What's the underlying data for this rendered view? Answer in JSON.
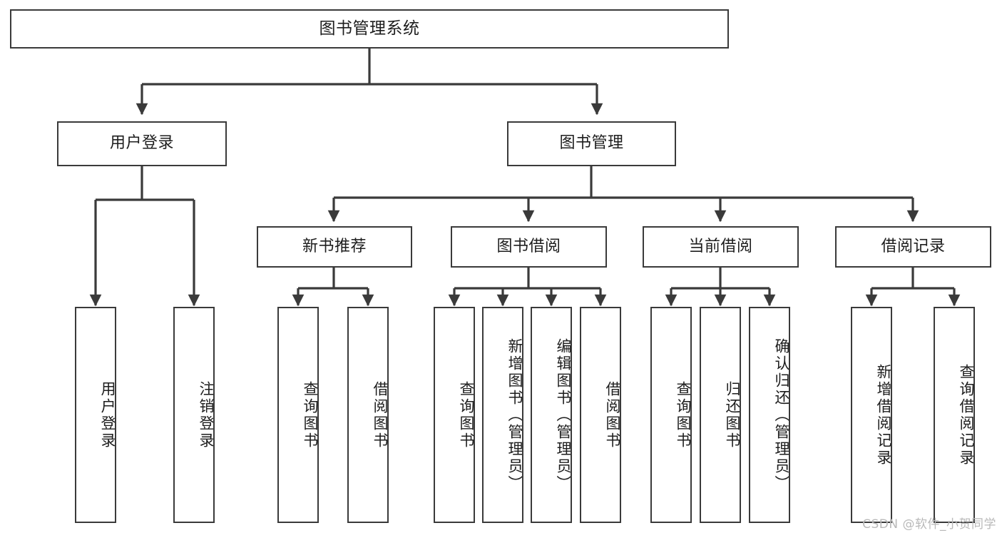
{
  "diagram": {
    "title": "图书管理系统",
    "watermark": "CSDN @软件_小贺同学",
    "stroke_color": "#3a3a3a",
    "background_color": "#ffffff",
    "text_color": "#1d1d1d",
    "type": "tree-hierarchy-functional-decomposition",
    "levels": 4
  },
  "nodes": {
    "root": {
      "label": "图书管理系统"
    },
    "level2": [
      {
        "label": "用户登录"
      },
      {
        "label": "图书管理"
      }
    ],
    "level3": [
      {
        "label": "新书推荐"
      },
      {
        "label": "图书借阅"
      },
      {
        "label": "当前借阅"
      },
      {
        "label": "借阅记录"
      }
    ],
    "leaves": {
      "user_login": [
        {
          "label": "用户登录"
        },
        {
          "label": "注销登录"
        }
      ],
      "new_book_recommend": [
        {
          "label": "查询图书"
        },
        {
          "label": "借阅图书"
        }
      ],
      "book_borrow": [
        {
          "label": "查询图书"
        },
        {
          "label": "新增图书（管理员）"
        },
        {
          "label": "编辑图书（管理员）"
        },
        {
          "label": "借阅图书"
        }
      ],
      "current_borrow": [
        {
          "label": "查询图书"
        },
        {
          "label": "归还图书"
        },
        {
          "label": "确认归还（管理员）"
        }
      ],
      "borrow_record": [
        {
          "label": "新增借阅记录"
        },
        {
          "label": "查询借阅记录"
        }
      ]
    }
  }
}
